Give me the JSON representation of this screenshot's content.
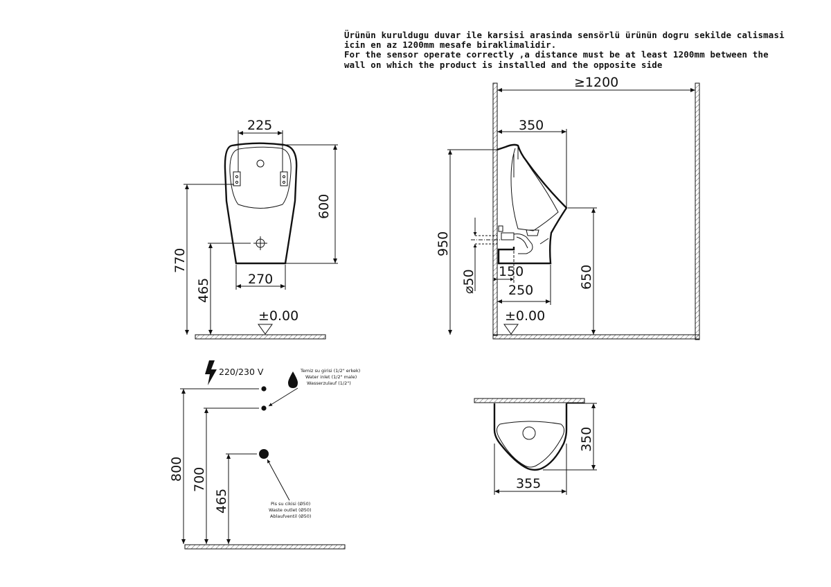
{
  "note": {
    "tr_line1": "Ürünün kuruldugu duvar ile karsisi arasinda sensörlü ürünün dogru sekilde calismasi",
    "tr_line2": "icin en az 1200mm mesafe biraklimalidir.",
    "en_line1": "For the sensor operate correctly ,a distance must be at least 1200mm between the",
    "en_line2": "wall on which the product is installed and the opposite side"
  },
  "front_view": {
    "top_width": "225",
    "height": "600",
    "bottom_width": "270",
    "total_height": "770",
    "outlet_height": "465",
    "floor_level": "±0.00"
  },
  "side_view": {
    "min_clearance": "≥1200",
    "depth": "350",
    "total_height": "950",
    "rim_height": "650",
    "pipe_diameter": "⌀50",
    "trap_offset": "150",
    "base_depth": "250",
    "floor_level": "±0.00"
  },
  "installation": {
    "voltage": "220/230 V",
    "water_inlet_tr": "Temiz su girisi (1/2\" erkek)",
    "water_inlet_en": "Water inlet (1/2\" male)",
    "water_inlet_de": "Wasserzulauf (1/2\")",
    "waste_outlet_tr": "Pis su cikisi (Ø50)",
    "waste_outlet_en": "Waste outlet (Ø50)",
    "waste_outlet_de": "Ablaufventil (Ø50)",
    "height_power": "800",
    "height_water": "700",
    "height_waste": "465"
  },
  "top_view": {
    "depth": "350",
    "width": "355"
  }
}
